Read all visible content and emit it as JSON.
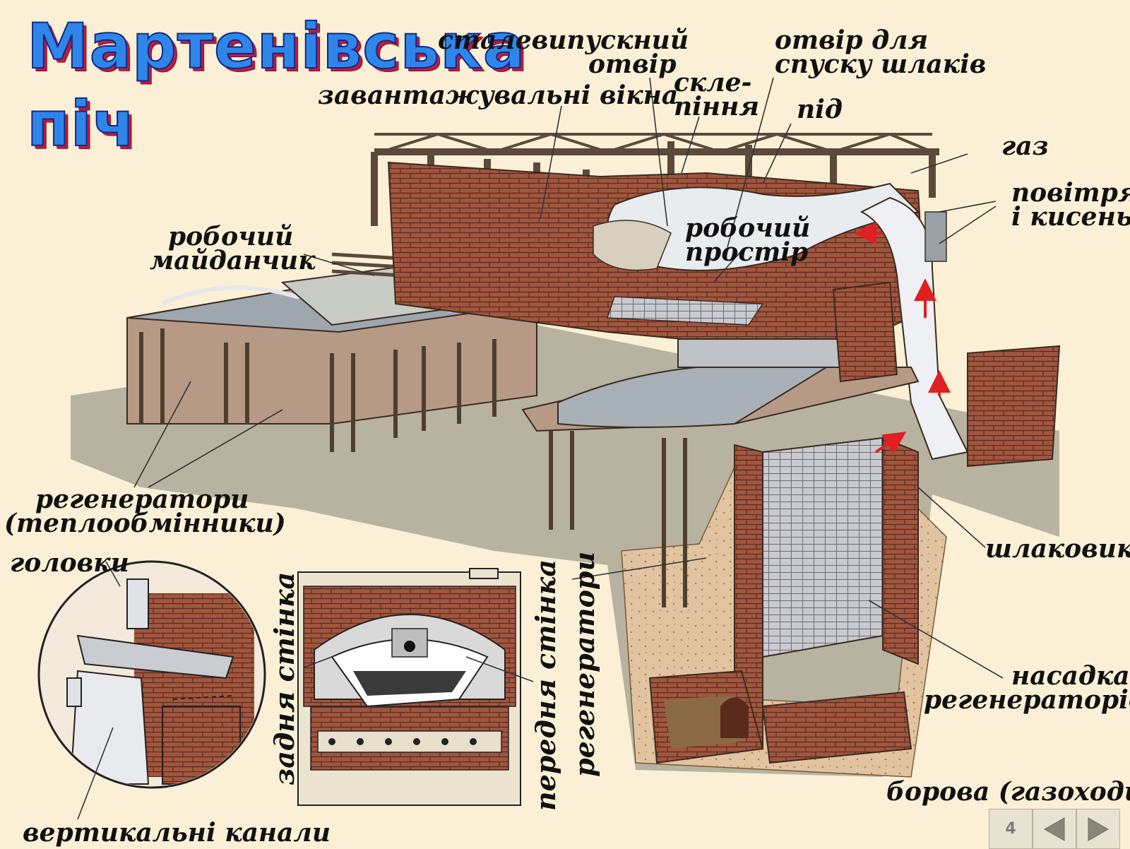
{
  "title": {
    "line1": "Мартенівська",
    "line2": "піч"
  },
  "labels": {
    "steel_outlet_1": "сталевипускний",
    "steel_outlet_2": "отвір",
    "slag_hole_1": "отвір для",
    "slag_hole_2": "спуску шлаків",
    "loading_windows": "завантажувальні вікна",
    "vault_1": "скле-",
    "vault_2": "піння",
    "hearth": "під",
    "gas": "газ",
    "air_1": "повітря",
    "air_2": "і кисень",
    "platform_1": "робочий",
    "platform_2": "майданчик",
    "workspace_1": "робочий",
    "workspace_2": "простір",
    "regenerators_1": "регенератори",
    "regenerators_2": "(теплообмінники)",
    "heads": "головки",
    "slag_pocket": "шлаковик",
    "checker_1": "насадка",
    "checker_2": "регенераторів",
    "flues": "борова (газоходи)",
    "vertical_channels": "вертикальні канали",
    "back_wall": "задня стінка",
    "front_wall": "передня стінка",
    "regenerators_v": "регенератори"
  },
  "nav": {
    "page": "4",
    "prev_icon": "triangle-left-icon",
    "next_icon": "triangle-right-icon"
  },
  "colors": {
    "background": "#fbf0d6",
    "title_fill": "#2f86e8",
    "title_outline": "#0b2a8c",
    "title_shadow": "#c9183a",
    "brick": "#a0563f",
    "flow_arrow": "#e02020"
  }
}
